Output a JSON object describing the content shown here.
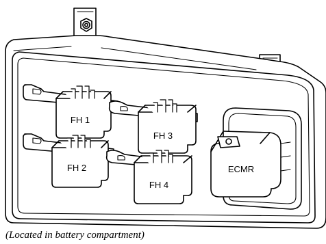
{
  "labels": {
    "fh1": "FH 1",
    "fh2": "FH 2",
    "fh3": "FH 3",
    "fh4": "FH 4",
    "relay": "ECMR"
  },
  "caption": "(Located in battery compartment)"
}
